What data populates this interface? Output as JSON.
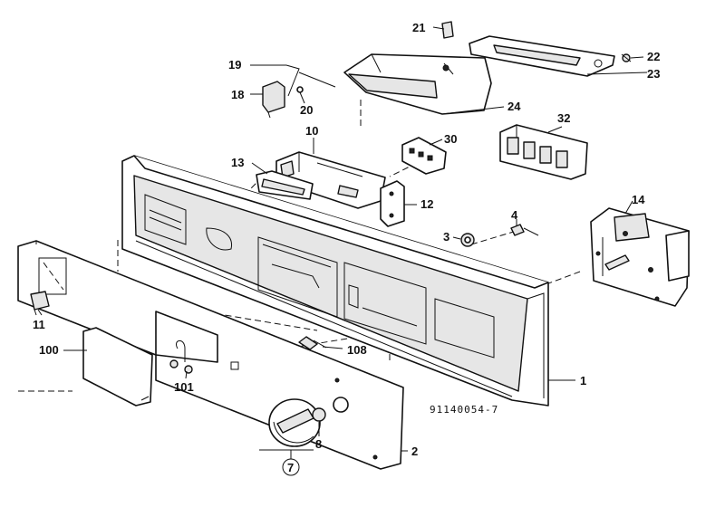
{
  "diagram": {
    "drawing_number": "91140054-7",
    "parts": {
      "p1": "1",
      "p2": "2",
      "p3": "3",
      "p4": "4",
      "p7": "7",
      "p8": "8",
      "p10": "10",
      "p11": "11",
      "p12": "12",
      "p13": "13",
      "p14": "14",
      "p18": "18",
      "p19": "19",
      "p20": "20",
      "p21": "21",
      "p22": "22",
      "p23": "23",
      "p24": "24",
      "p30": "30",
      "p32": "32",
      "p100": "100",
      "p101": "101",
      "p108": "108"
    }
  }
}
